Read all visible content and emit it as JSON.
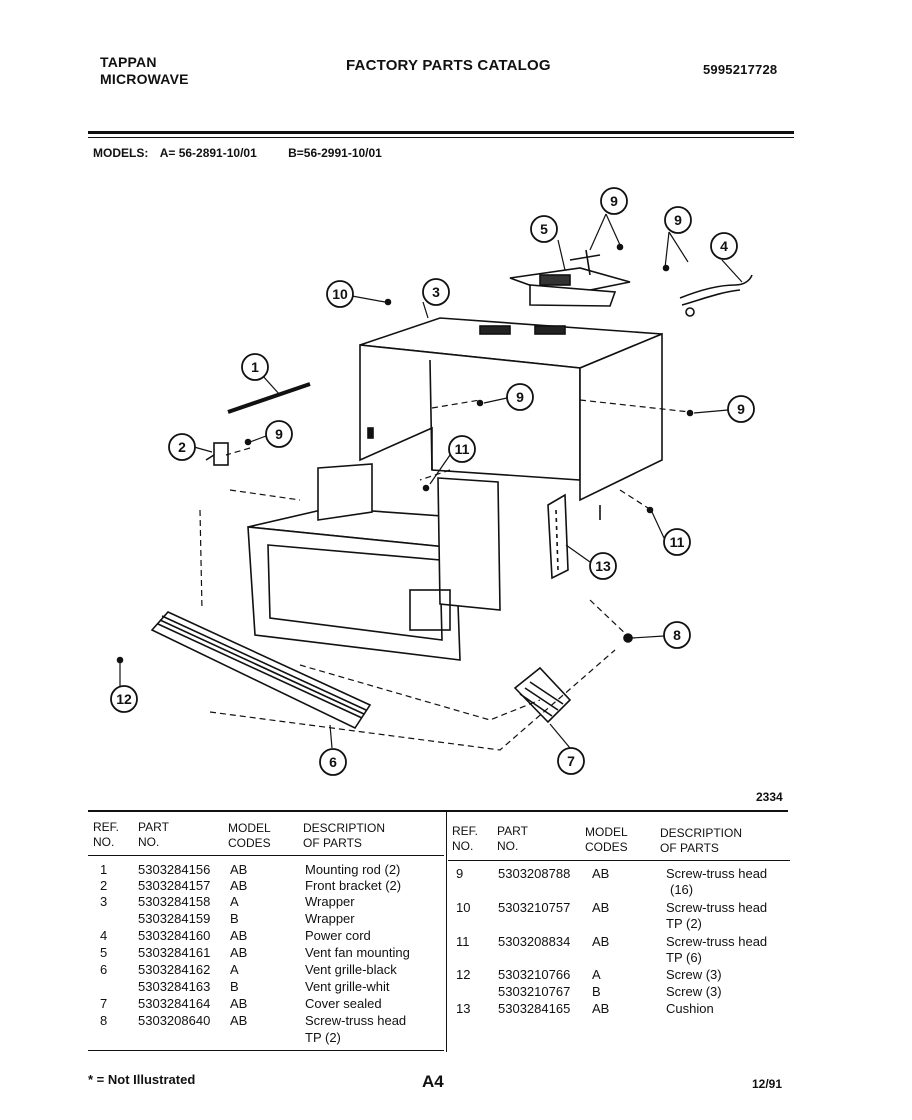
{
  "header": {
    "brand_line1": "TAPPAN",
    "brand_line2": "MICROWAVE",
    "catalog_title": "FACTORY PARTS CATALOG",
    "catalog_number": "5995217728"
  },
  "models": {
    "label": "MODELS:",
    "model_a": "A= 56-2891-10/01",
    "model_b": "B=56-2991-10/01"
  },
  "diagram": {
    "drawing_number": "2334",
    "callouts": [
      "1",
      "2",
      "3",
      "4",
      "5",
      "6",
      "7",
      "8",
      "9",
      "10",
      "11",
      "12",
      "13"
    ]
  },
  "table": {
    "headers": {
      "ref_l1": "REF.",
      "ref_l2": "NO.",
      "part_l1": "PART",
      "part_l2": "NO.",
      "model_l1": "MODEL",
      "model_l2": "CODES",
      "desc_l1": "DESCRIPTION",
      "desc_l2": "OF PARTS"
    },
    "left_rows": [
      {
        "ref": "1",
        "part": "5303284156",
        "code": "AB",
        "desc": "Mounting rod (2)"
      },
      {
        "ref": "2",
        "part": "5303284157",
        "code": "AB",
        "desc": "Front bracket (2)"
      },
      {
        "ref": "3",
        "part": "5303284158",
        "code": "A",
        "desc": "Wrapper"
      },
      {
        "ref": "",
        "part": "5303284159",
        "code": "B",
        "desc": "Wrapper"
      },
      {
        "ref": "4",
        "part": "5303284160",
        "code": "AB",
        "desc": "Power cord"
      },
      {
        "ref": "5",
        "part": "5303284161",
        "code": "AB",
        "desc": "Vent fan mounting"
      },
      {
        "ref": "6",
        "part": "5303284162",
        "code": "A",
        "desc": "Vent grille-black"
      },
      {
        "ref": "",
        "part": "5303284163",
        "code": "B",
        "desc": "Vent grille-whit"
      },
      {
        "ref": "7",
        "part": "5303284164",
        "code": "AB",
        "desc": "Cover sealed"
      },
      {
        "ref": "8",
        "part": "5303208640",
        "code": "AB",
        "desc": "Screw-truss head"
      },
      {
        "ref": "",
        "part": "",
        "code": "",
        "desc": "TP (2)"
      }
    ],
    "right_rows": [
      {
        "ref": "9",
        "part": "5303208788",
        "code": "AB",
        "desc": "Screw-truss head",
        "desc2": "(16)"
      },
      {
        "ref": "10",
        "part": "5303210757",
        "code": "AB",
        "desc": "Screw-truss head",
        "desc2": "TP (2)"
      },
      {
        "ref": "11",
        "part": "5303208834",
        "code": "AB",
        "desc": "Screw-truss head",
        "desc2": "TP (6)"
      },
      {
        "ref": "12",
        "part": "5303210766",
        "code": "A",
        "desc": "Screw (3)",
        "desc2": ""
      },
      {
        "ref": "",
        "part": "5303210767",
        "code": "B",
        "desc": "Screw (3)",
        "desc2": ""
      },
      {
        "ref": "13",
        "part": "5303284165",
        "code": "AB",
        "desc": "Cushion",
        "desc2": ""
      }
    ]
  },
  "footer": {
    "note": "* = Not Illustrated",
    "page": "A4",
    "date": "12/91"
  }
}
